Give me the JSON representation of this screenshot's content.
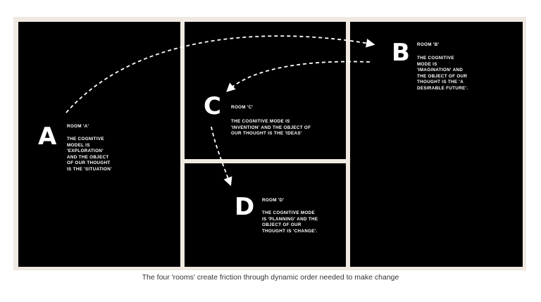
{
  "diagram": {
    "rooms": [
      {
        "id": "a",
        "letter": "A",
        "title": "ROOM 'A'",
        "description": "THE COGNITIVE\nMODEL IS\n'EXPLORATION'\nAND THE OBJECT\nOF OUR THOUGHT\nIS THE 'SITUATION'"
      },
      {
        "id": "b",
        "letter": "B",
        "title": "ROOM 'B'",
        "description": "THE COGNITIVE\nMODE IS\n'IMAGINATION' AND\nTHE OBJECT OF OUR\nTHOUGHT IS THE 'A\nDESIRABLE FUTURE'."
      },
      {
        "id": "c",
        "letter": "C",
        "title": "ROOM 'C'",
        "description": "THE COGNITIVE MODE IS\n'INVENTION' AND THE OBJECT OF\nOUR THOUGHT IS THE 'IDEAS'"
      },
      {
        "id": "d",
        "letter": "D",
        "title": "ROOM 'D'",
        "description": "THE COGNITIVE MODE\nIS 'PLANNING' AND THE\nOBJECT OF OUR\nTHOUGHT IS 'CHANGE'."
      }
    ],
    "arrows": [
      {
        "from": "A",
        "to": "B"
      },
      {
        "from": "B",
        "to": "C"
      },
      {
        "from": "C",
        "to": "D"
      }
    ]
  },
  "caption": "The four 'rooms' create friction through dynamic order needed to make change",
  "colors": {
    "panel": "#000000",
    "frame": "#efe9e1",
    "text": "#ffffff",
    "caption": "#333333"
  }
}
